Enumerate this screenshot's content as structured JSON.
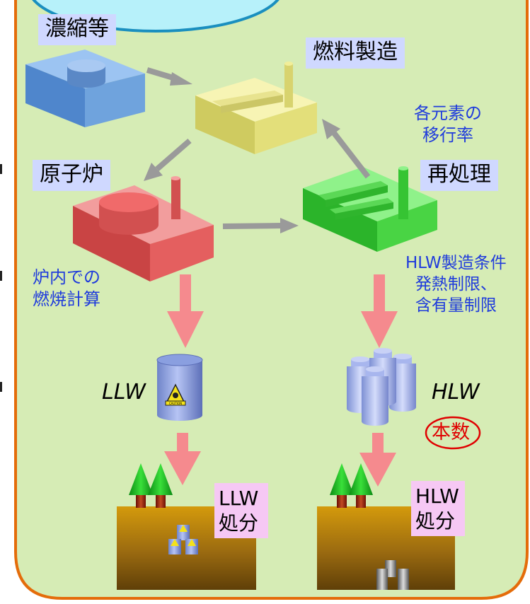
{
  "labels": {
    "enrichment": "濃縮等",
    "fuel_fabrication": "燃料製造",
    "reactor": "原子炉",
    "reprocessing": "再処理",
    "transfer_rate": [
      "各元素の",
      "移行率"
    ],
    "burnup_calc": [
      "炉内での",
      "燃焼計算"
    ],
    "hlw_conditions": [
      "HLW製造条件",
      "発熱制限、",
      "含有量制限"
    ],
    "llw": "LLW",
    "hlw": "HLW",
    "count": "本数",
    "llw_disposal": [
      "LLW",
      "処分"
    ],
    "hlw_disposal": [
      "HLW",
      "処分"
    ],
    "caution": "CAUTION"
  },
  "colors": {
    "background": "#d6ecb5",
    "border": "#e46c0a",
    "ellipse": "#b7f1fa",
    "enrichment_block": "#6fa3dd",
    "fuel_block": "#f1ee99",
    "reactor_block": "#ef6a6a",
    "reprocess_block": "#4fe046",
    "flow_arrow": "#9a9a9a",
    "down_arrow": "#f58a8e",
    "blue_text": "#1f3bdc",
    "label_box": "#cfd8ff",
    "disposal_label": "#f6c8f4",
    "count_circle": "#e00000"
  }
}
